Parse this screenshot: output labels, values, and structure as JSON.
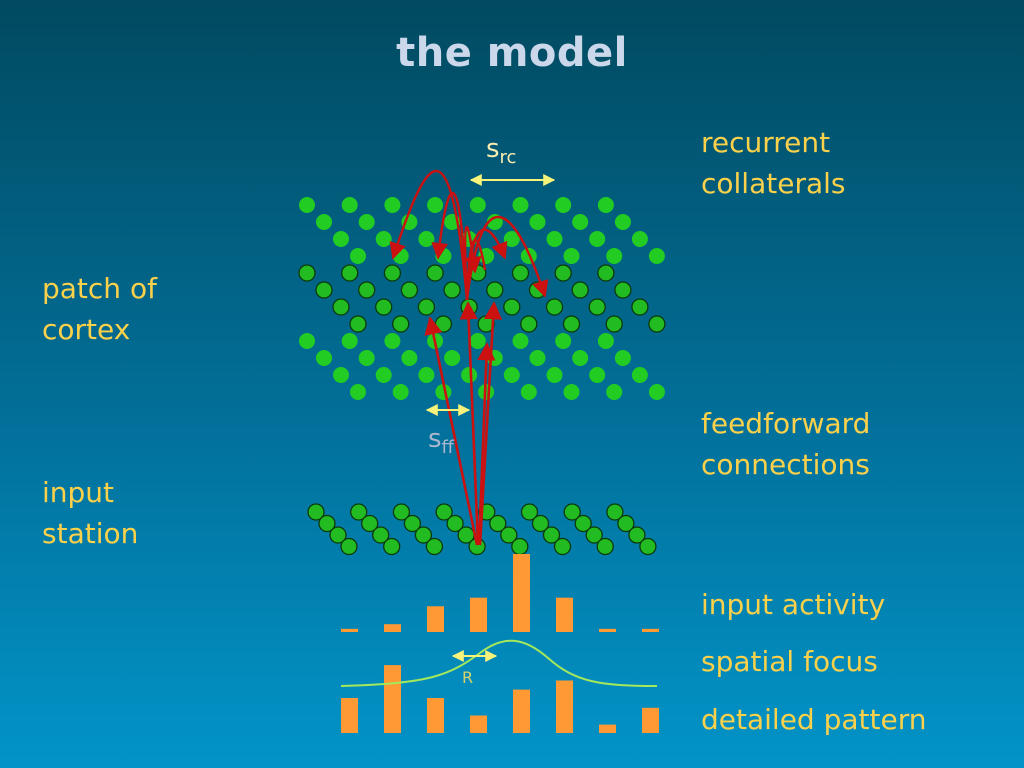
{
  "title": "the model",
  "labels": {
    "recurrent": "recurrent\ncollaterals",
    "patch": "patch of\ncortex",
    "feedforward": "feedforward\nconnections",
    "input_station": "input\nstation",
    "input_activity": "input activity",
    "spatial_focus": "spatial focus",
    "detailed_pattern": "detailed pattern"
  },
  "symbols": {
    "s_rc_main": "s",
    "s_rc_sub": "rc",
    "s_ff_main": "s",
    "s_ff_sub": "ff",
    "r_label": "R"
  },
  "colors": {
    "text_label": "#fbd14b",
    "title": "#cbd7ea",
    "neuron_fill": "#22cc22",
    "neuron_outlined_fill": "#22bb22",
    "neuron_outline": "#0a3a0a",
    "arrow_red": "#cc1111",
    "double_arrow": "#f6f27a",
    "bar_orange": "#ff9933",
    "focus_curve": "#a4e85c",
    "sym_rc": "#f8ecb0",
    "sym_ff": "#a9b6ce",
    "sym_r": "#d8d36a"
  },
  "input_activity_levels": [
    0.04,
    0.1,
    0.33,
    0.44,
    1.0,
    0.44,
    0.04,
    0.04
  ],
  "detailed_pattern_levels": [
    0.5,
    0.97,
    0.5,
    0.25,
    0.62,
    0.75,
    0.12,
    0.36
  ]
}
